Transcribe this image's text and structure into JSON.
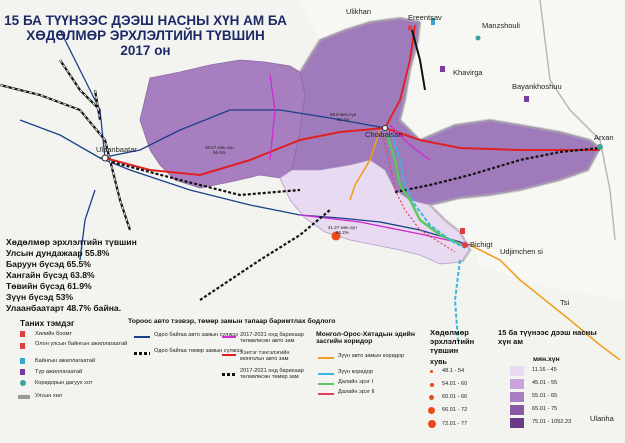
{
  "title": {
    "line1": "15 БА ТҮҮНЭЭС ДЭЭШ НАСНЫ ХҮН АМ БА",
    "line2": "ХӨДӨЛМӨР ЭРХЛЭЛТИЙН ТҮВШИН",
    "line3": "2017 он"
  },
  "places": {
    "ulaanbaatar": "Ulaanbaatar",
    "ulikhan": "Ulikhan",
    "ereentsav": "Ereentsav",
    "manzshouli": "Manzshouli",
    "khavirga": "Khavirga",
    "bayankhoshuu": "Bayankhoshuu",
    "choibalsan": "Choibalsan",
    "arxan": "Arxan",
    "bichigt": "Bichigt",
    "udjimchen": "Udjimchen si",
    "tsi": "Tsi",
    "ulanha": "Ulanha"
  },
  "region_labels": {
    "khentii": "38.67 мян.хүн\n56.6%",
    "dornod": "55.8 мян.хүн\n40.1%",
    "sukhbaatar": "41.27 мян.хүн\n65.2%"
  },
  "stats": {
    "heading": "Хөдөлмөр эрхлэлтийн түвшин",
    "lines": [
      "Улсын дундажаар 55.8%",
      "Баруун бүсэд 65.5%",
      "Хангайн бүсэд 63.8%",
      "Төвийн бүсэд 61.9%",
      "Зүүн бүсэд 53%",
      "Улаанбаатарт 48.7% байна."
    ]
  },
  "legend_symbols": {
    "heading": "Таних тэмдэг",
    "items": [
      "Хилийн боомт",
      "Олон улсын байнгын ажиллагаатай",
      "Байнгын ажиллагаатай",
      "Түр ажиллагаатай",
      "Коридорын дагуух хот",
      "Улсын хил"
    ]
  },
  "legend_routes": {
    "heading": "Тороос авто тээвэр, төмөр замын тапаар баримтлах бодлого",
    "items": [
      "Одоо байгаа авто замын сүлжээ",
      "Одоо байгаа төмөр замын сүлжээ",
      "2017-2021 онд барихаар төлөвлөсөн авто зам",
      "Хэнтэг тэнгэлэгийн монгольн авто зам",
      "2017-2021 онд барихаар төлөвлөсөн төмөр зам"
    ]
  },
  "legend_corridor": {
    "heading": "Монгол-Орос-Хятадын эдийн засгийн коридор",
    "items": [
      "Зүүн авто замын коридор",
      "Зүүн коридор",
      "Далайн эрэг I",
      "Далайн эрэг II"
    ]
  },
  "legend_employment": {
    "heading": "Хөдөлмөр эрхлэлтийн түвшин",
    "unit": "хувь",
    "classes": [
      "48.1 - 54",
      "54.01 - 60",
      "60.01 - 66",
      "66.01 - 72",
      "72.01 - 77"
    ]
  },
  "legend_population": {
    "heading": "15 ба түүнээс дээш насны хүн ам",
    "unit": "мян.хүн",
    "classes": [
      "11.16 - 45",
      "45.01 - 55",
      "55.01 - 65",
      "65.01 - 75",
      "75.01 - 1052.23"
    ]
  },
  "colors": {
    "pop_11_45": "#e8daf0",
    "pop_45_55": "#c7a5d8",
    "pop_55_65": "#a77fc0",
    "pop_65_75": "#8a59a6",
    "pop_75_plus": "#6b3a88",
    "road": "#1c3f8a",
    "rail": "#111111",
    "planned_road": "#d02ad0",
    "khentii_road": "#e02020",
    "corridor_road": "#f0a020",
    "east_corridor": "#38b8e0",
    "sea_1": "#5ac85a",
    "sea_2": "#e04060",
    "employment_dot": "#e84a1a"
  }
}
